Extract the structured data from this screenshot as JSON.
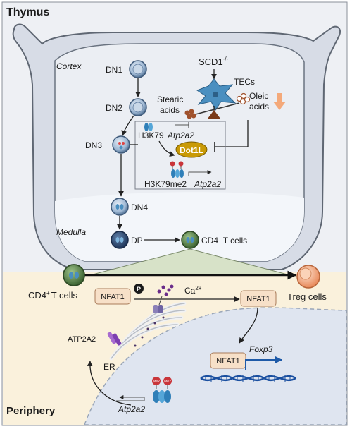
{
  "regions": {
    "thymus": "Thymus",
    "periphery": "Periphery",
    "cortex": "Cortex",
    "medulla": "Medulla"
  },
  "cells": {
    "dn1": "DN1",
    "dn2": "DN2",
    "dn3": "DN3",
    "dn4": "DN4",
    "dp": "DP",
    "cd4_thymus_prefix": "CD4",
    "cd4_sup": "+",
    "cd4_thymus_suffix": "T cells",
    "cd4_periphery_prefix": "CD4",
    "cd4_periphery_suffix": "T cells",
    "treg": "Treg cells",
    "tecs": "TECs"
  },
  "factors": {
    "scd1": "SCD1",
    "scd1_sup": "-/-",
    "stearic_line1": "Stearic",
    "stearic_line2": "acids",
    "oleic_line1": "Oleic",
    "oleic_line2": "acids",
    "dot1l": "Dot1L",
    "h3k79": "H3K79",
    "atp2a2": "Atp2a2",
    "h3k79me2": "H3K79me2",
    "atp2a2_lower": "Atp2a2"
  },
  "periphery": {
    "nfat1_left": "NFAT1",
    "p_badge": "P",
    "ca": "Ca",
    "ca_sup": "2+",
    "nfat1_mid": "NFAT1",
    "nfat1_nucleus": "NFAT1",
    "foxp3": "Foxp3",
    "atp2a2_protein": "ATP2A2",
    "er": "ER",
    "me2": "Me2",
    "atp2a2_gene": "Atp2a2"
  },
  "colors": {
    "thymus_bg": "#d9dde6",
    "thymus_outline": "#6b7280",
    "medulla_bg": "#ecf1f7",
    "periphery_bg": "#faf1dc",
    "nucleus_bg": "#dfe5f0",
    "dot1l": "#c99a06",
    "tec": "#4a8fc0",
    "oleic_arrow": "#f4a97a",
    "foxp3_arrow": "#1e5aa8",
    "dna": "#1a4fa0",
    "triangle": "#d7e2c8",
    "treg": "#f3a67d"
  }
}
